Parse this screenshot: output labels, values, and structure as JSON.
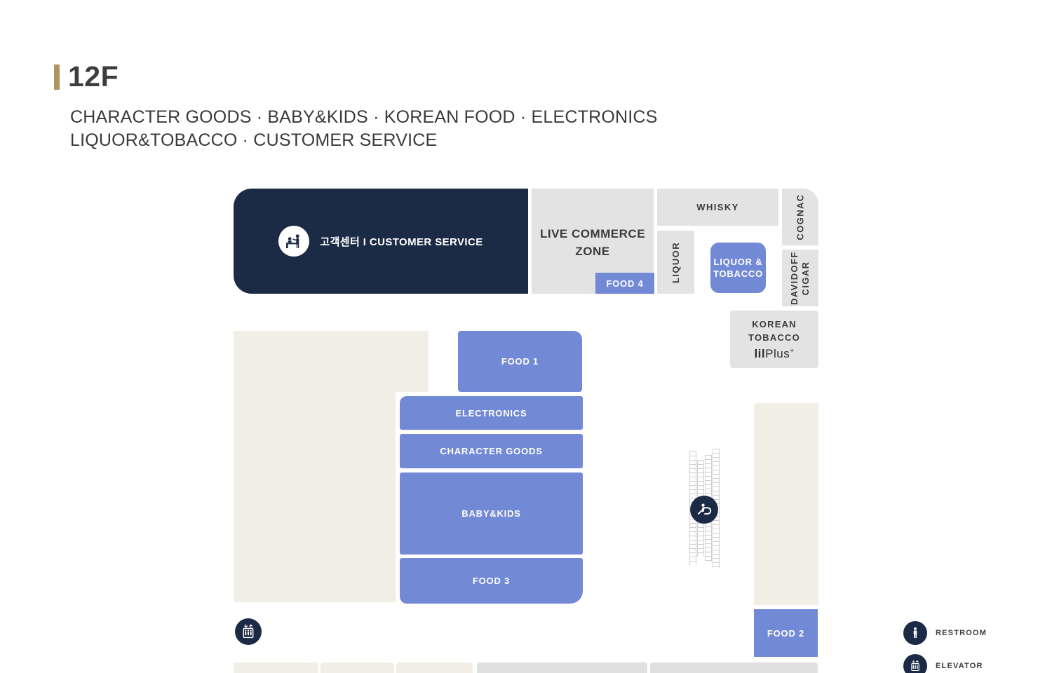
{
  "header": {
    "floor": "12F",
    "subtitle_line1": "CHARACTER GOODS · BABY&KIDS · KOREAN FOOD · ELECTRONICS",
    "subtitle_line2": "LIQUOR&TOBACCO · CUSTOMER SERVICE"
  },
  "map": {
    "customer_service": "고객센터 I CUSTOMER SERVICE",
    "live_commerce_zone": "LIVE COMMERCE ZONE",
    "food4": "FOOD 4",
    "whisky": "WHISKY",
    "liquor": "LIQUOR",
    "liquor_tobacco": "LIQUOR & TOBACCO",
    "cognac": "COGNAC",
    "davidoff_cigar": "DAVIDOFF CIGAR",
    "korean_tobacco": "KOREAN TOBACCO",
    "korean_tobacco_brand_bold": "lil",
    "korean_tobacco_brand_light": "Plus",
    "korean_tobacco_brand_sup": "+",
    "food1": "FOOD 1",
    "electronics": "ELECTRONICS",
    "character_goods": "CHARACTER GOODS",
    "baby_kids": "BABY&KIDS",
    "food3": "FOOD 3",
    "food2": "FOOD 2"
  },
  "legend": {
    "restroom": "RESTROOM",
    "elevator": "ELEVATOR"
  },
  "icons": {
    "customer_service": "service-desk-icon",
    "escalator": "escalator-icon",
    "elevator": "elevator-icon",
    "restroom": "restroom-icon"
  },
  "colors": {
    "navy": "#1c2b45",
    "blue": "#7289d6",
    "gray": "#e3e3e3",
    "beige": "#f1eee6",
    "gold": "#b29260",
    "text_dark": "#3c3c3c"
  }
}
